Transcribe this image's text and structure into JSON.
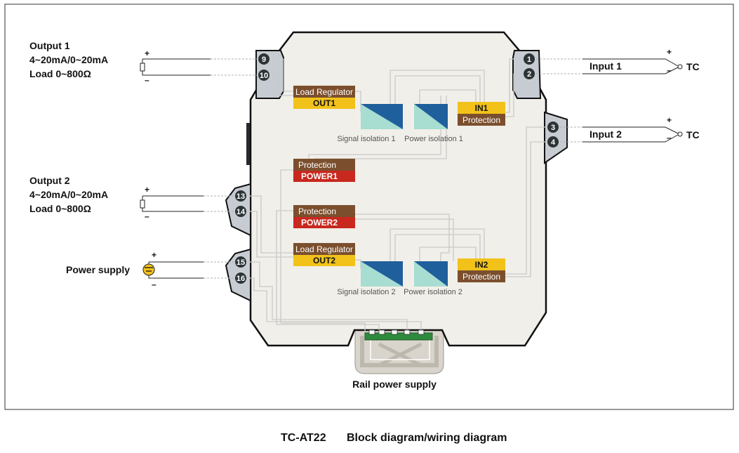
{
  "outputs": [
    {
      "title": "Output 1",
      "range": "4~20mA/0~20mA",
      "load": "Load 0~800Ω",
      "terminals": [
        "9",
        "10"
      ]
    },
    {
      "title": "Output 2",
      "range": "4~20mA/0~20mA",
      "load": "Load 0~800Ω",
      "terminals": [
        "13",
        "14"
      ]
    }
  ],
  "power_supply": {
    "label": "Power supply",
    "terminals": [
      "15",
      "16"
    ]
  },
  "inputs": [
    {
      "title": "Input 1",
      "sensor": "TC",
      "terminals": [
        "1",
        "2"
      ]
    },
    {
      "title": "Input 2",
      "sensor": "TC",
      "terminals": [
        "3",
        "4"
      ]
    }
  ],
  "polarity": {
    "plus": "+",
    "minus": "–"
  },
  "blocks": {
    "load_regulator": "Load Regulator",
    "out1": "OUT1",
    "out2": "OUT2",
    "in1": "IN1",
    "in2": "IN2",
    "protection": "Protection",
    "power1": "POWER1",
    "power2": "POWER2",
    "signal_isolation_1": "Signal isolation 1",
    "power_isolation_1": "Power isolation 1",
    "signal_isolation_2": "Signal isolation 2",
    "power_isolation_2": "Power isolation 2"
  },
  "rail_label": "Rail power supply",
  "caption": {
    "model": "TC-AT22",
    "title": "Block diagram/wiring diagram"
  },
  "colors": {
    "housing": "#f1efe9",
    "terminal_block": "#c7ccd3",
    "protection_brown": "#7b4f2e",
    "power_red": "#c8281e",
    "out_yellow": "#f2c21a",
    "isolator_blue": "#1f5f9c",
    "isolator_teal": "#a8ddd2"
  }
}
